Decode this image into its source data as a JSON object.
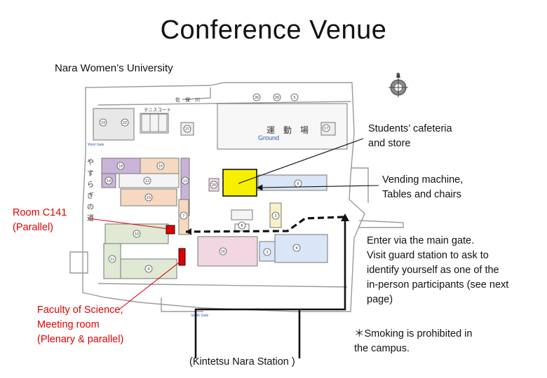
{
  "title": "Conference Venue",
  "university": "Nara Women’s University",
  "compass_label": "N",
  "colors": {
    "meeting_red": "#e00000",
    "cafeteria_yellow": "#f5f000",
    "purple": "#c9b3d9",
    "peach": "#f6d9c1",
    "green": "#dfe9d4",
    "blue": "#d9e6f5",
    "pink": "#f2d6e2",
    "light_yellow": "#f7f1c5"
  },
  "map_labels": {
    "ground_jp": "運　動　場",
    "ground_en": "Ground",
    "tennis_jp": "テニスコート",
    "river_jp": "佐　保　川",
    "west_gate": "West Gate",
    "path_jp": "やすらぎの道",
    "south_gate": "South Gate"
  },
  "building_numbers": [
    "23",
    "22",
    "27",
    "26",
    "25",
    "5",
    "17",
    "18",
    "15",
    "14",
    "12",
    "13",
    "19",
    "20",
    "6",
    "2",
    "11",
    "10",
    "16",
    "9",
    "3",
    "4",
    "7",
    "8"
  ],
  "annotations": {
    "cafeteria": [
      "Students’ cafeteria",
      "and store"
    ],
    "vending": [
      "Vending machine,",
      "Tables and chairs"
    ],
    "room_c141": [
      "Room C141",
      "(Parallel)"
    ],
    "main_gate": [
      "Enter via the main gate.",
      "Visit guard station to ask to",
      "identify yourself as one of the",
      "in-person participants (see next",
      "page)"
    ],
    "faculty": [
      "Faculty of Science,",
      "Meeting room",
      "(Plenary & parallel)"
    ],
    "smoking": [
      "＊Smoking is prohibited in",
      "the campus."
    ],
    "station": "(Kintetsu Nara Station )"
  }
}
